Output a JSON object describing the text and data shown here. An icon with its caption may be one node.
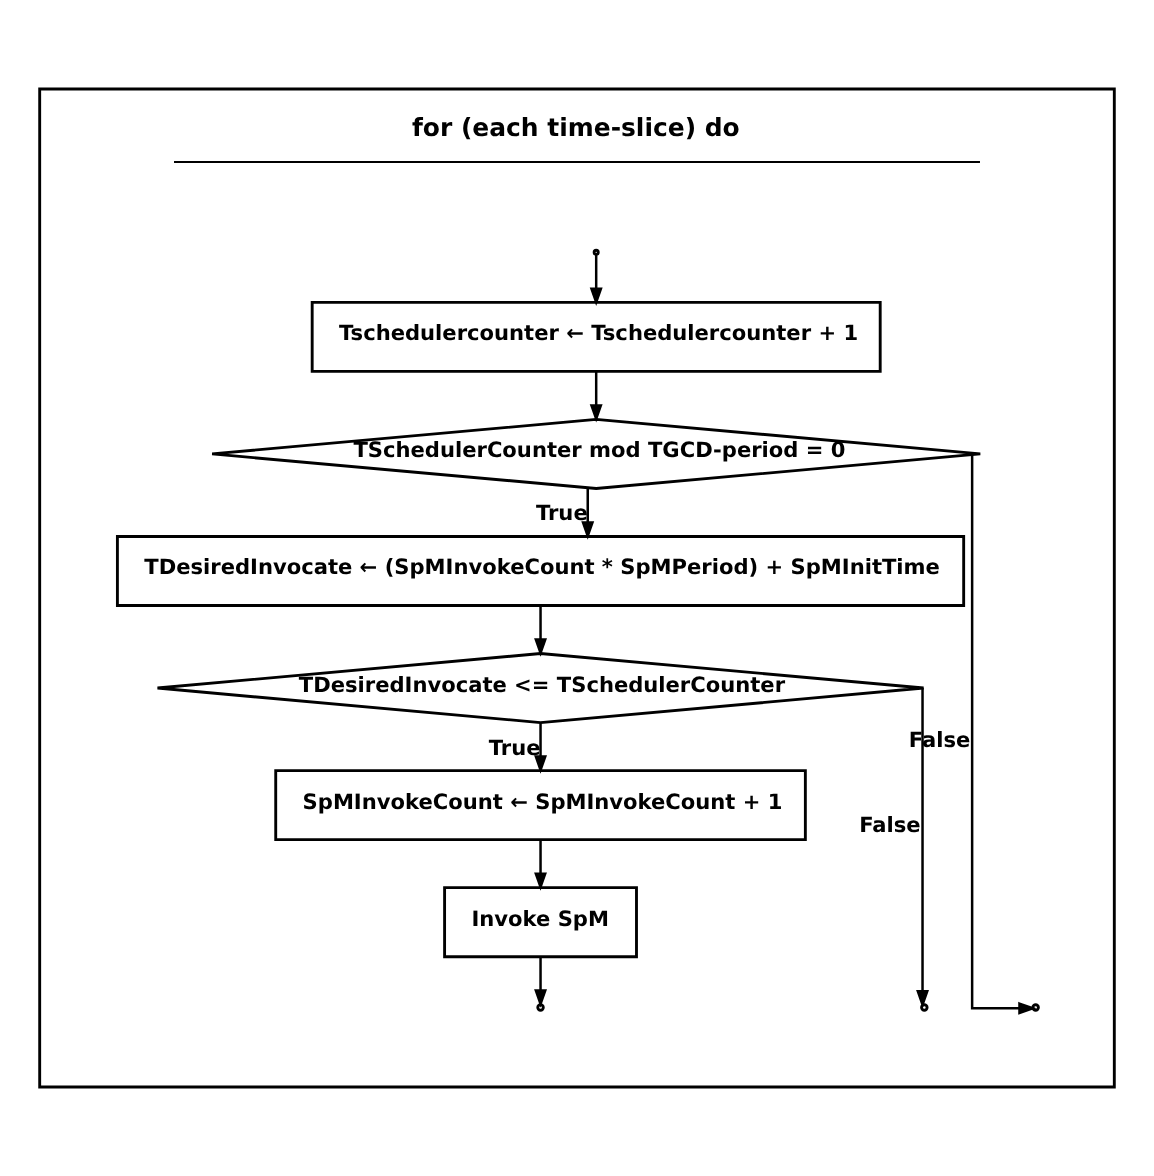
{
  "diagram": {
    "nodes": [
      {
        "text": [
          "for (each time-slice) do"
        ]
      },
      {
        "text": [
          "Tschedulercounter ← Tschedulercounter + 1"
        ],
        "in": 0
      },
      {
        "text": [
          "TSchedulerCounter mod TGCD-period = 0"
        ],
        "in": 0
      },
      {
        "text": [
          "TDesiredInvocate ← (SpMInvokeCount * SpMPeriod) + SpMInitTime"
        ],
        "in": 0
      },
      {
        "text": [
          "TDesiredInvocate <= TSchedulerCounter"
        ],
        "in": 0
      },
      {
        "text": [
          "SpMInvokeCount ← SpMInvokeCount + 1"
        ],
        "in": 0
      },
      {
        "text": [
          "Invoke SpM"
        ],
        "in": 0
      }
    ],
    "edges": [
      {
        "from": 0,
        "to": 1,
        "arrow": "to"
      },
      {
        "from": 1,
        "to": 2,
        "arrow": "to"
      },
      {
        "from": 2,
        "to": 3,
        "label": "True",
        "arrow": "to"
      },
      {
        "from": 3,
        "to": 4,
        "arrow": "to"
      },
      {
        "from": 4,
        "to": 5,
        "label": "True",
        "arrow": "to"
      },
      {
        "from": 5,
        "to": 6,
        "arrow": "to"
      },
      {
        "from": 6,
        "to": null,
        "arrow": "to"
      },
      {
        "from": 2,
        "to": null,
        "label": "False",
        "arrow": "to"
      },
      {
        "from": 4,
        "to": null,
        "label": "False",
        "arrow": "to"
      }
    ]
  }
}
